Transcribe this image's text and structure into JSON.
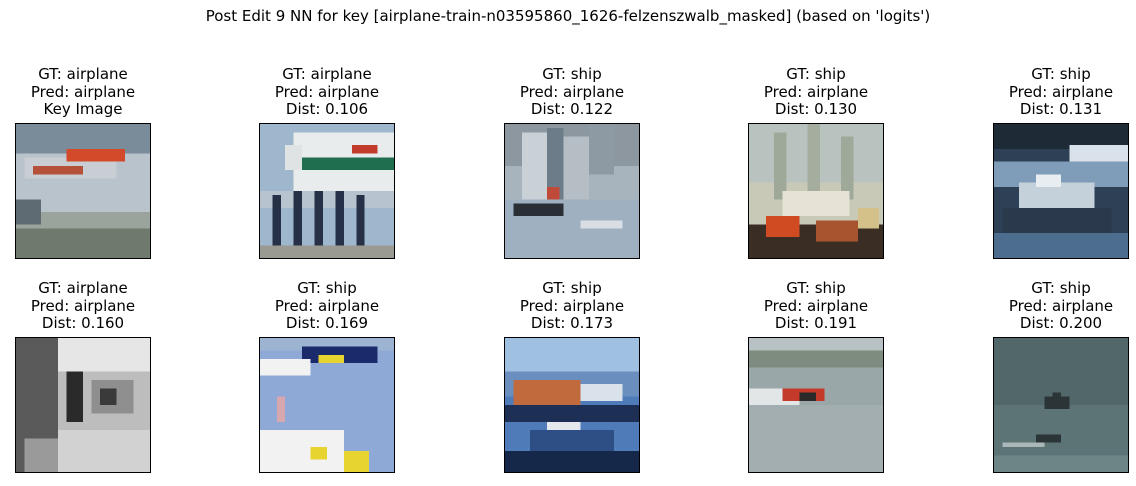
{
  "figure": {
    "title": "Post Edit 9 NN for key [airplane-train-n03595860_1626-felzenszwalb_masked] (based on 'logits')"
  },
  "panels": [
    {
      "gt": "GT: airplane",
      "pred": "Pred: airplane",
      "extra": "Key Image",
      "image": "airplane-fuselage-closeup",
      "colors": [
        "#8a9aa6",
        "#b9c3cb",
        "#d24a2a",
        "#6f7a6e"
      ]
    },
    {
      "gt": "GT: airplane",
      "pred": "Pred: airplane",
      "extra": "Dist: 0.106",
      "image": "airliner-with-crew",
      "colors": [
        "#9fb7cc",
        "#e9ecec",
        "#1f6e4f",
        "#263046"
      ]
    },
    {
      "gt": "GT: ship",
      "pred": "Pred: airplane",
      "extra": "Dist: 0.122",
      "image": "sailboats",
      "colors": [
        "#a7b3bd",
        "#6d7c89",
        "#c9d0d6",
        "#2a2f36"
      ]
    },
    {
      "gt": "GT: ship",
      "pred": "Pred: airplane",
      "extra": "Dist: 0.130",
      "image": "fireboat-spray",
      "colors": [
        "#c9c9b7",
        "#9fa99a",
        "#d04a22",
        "#3a2e24"
      ]
    },
    {
      "gt": "GT: ship",
      "pred": "Pred: airplane",
      "extra": "Dist: 0.131",
      "image": "ship-under-bridge",
      "colors": [
        "#2d4056",
        "#7f9cb8",
        "#d9e2ea",
        "#1f2a37"
      ]
    },
    {
      "gt": "GT: airplane",
      "pred": "Pred: airplane",
      "extra": "Dist: 0.160",
      "image": "grayscale-aircraft",
      "colors": [
        "#5a5a5a",
        "#bdbdbd",
        "#e6e6e6",
        "#2a2a2a"
      ]
    },
    {
      "gt": "GT: ship",
      "pred": "Pred: airplane",
      "extra": "Dist: 0.169",
      "image": "speedboats",
      "colors": [
        "#8fa9d6",
        "#f2f2f2",
        "#1b2a6a",
        "#e8d430"
      ]
    },
    {
      "gt": "GT: ship",
      "pred": "Pred: airplane",
      "extra": "Dist: 0.173",
      "image": "ferry-harbor",
      "colors": [
        "#4f7bb8",
        "#c06a3e",
        "#1d2f55",
        "#9fc0e0"
      ]
    },
    {
      "gt": "GT: ship",
      "pred": "Pred: airplane",
      "extra": "Dist: 0.191",
      "image": "powerboat-wake",
      "colors": [
        "#9aa7a8",
        "#7d8c7e",
        "#c33a2a",
        "#b8c2c4"
      ]
    },
    {
      "gt": "GT: ship",
      "pred": "Pred: airplane",
      "extra": "Dist: 0.200",
      "image": "distant-boats",
      "colors": [
        "#5d7477",
        "#51676a",
        "#2b3436",
        "#6e8588"
      ]
    }
  ]
}
